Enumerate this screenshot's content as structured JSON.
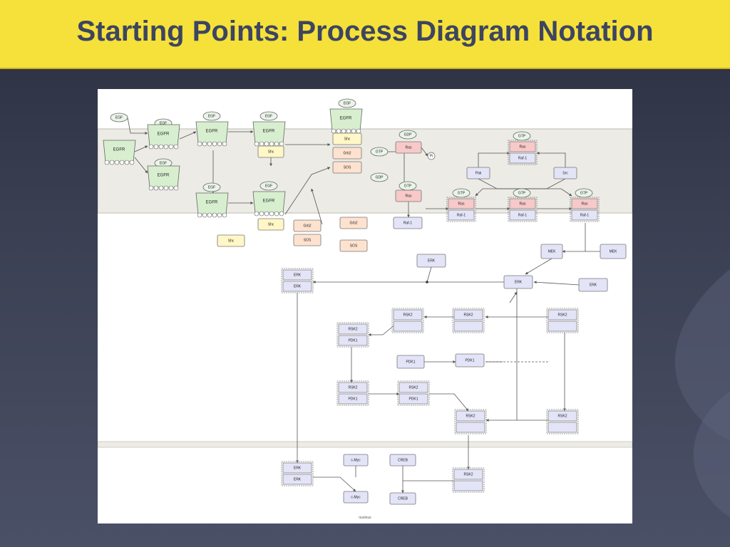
{
  "slide": {
    "title": "Starting Points: Process Diagram Notation"
  },
  "colors": {
    "title_bg": "#f5e13a",
    "title_text": "#3d4560",
    "slide_bg": "#3a3f52",
    "compartment_bg": "#ecebe5",
    "receptor_fill": "#d7efcf",
    "adaptor_fill": "#fff7c7",
    "grb_fill": "#fde2cf",
    "ras_fill": "#f7c9c9",
    "kinase_fill": "#e3e4f7"
  },
  "diagram": {
    "caption": "nucleus",
    "labels": {
      "egf": "EGF",
      "egfr": "EGFR",
      "shc": "Shc",
      "grb2": "Grb2",
      "sos": "SOS",
      "gdp": "GDP",
      "gtp": "GTP",
      "ras": "Ras",
      "pi": "Pi",
      "raf1": "Raf-1",
      "pak": "Pak",
      "src": "Src",
      "mek": "MEK",
      "erk": "ERK",
      "rsk2": "RSK2",
      "pdk1": "PDK1",
      "cmyc": "c-Myc",
      "creb": "CREB"
    }
  }
}
